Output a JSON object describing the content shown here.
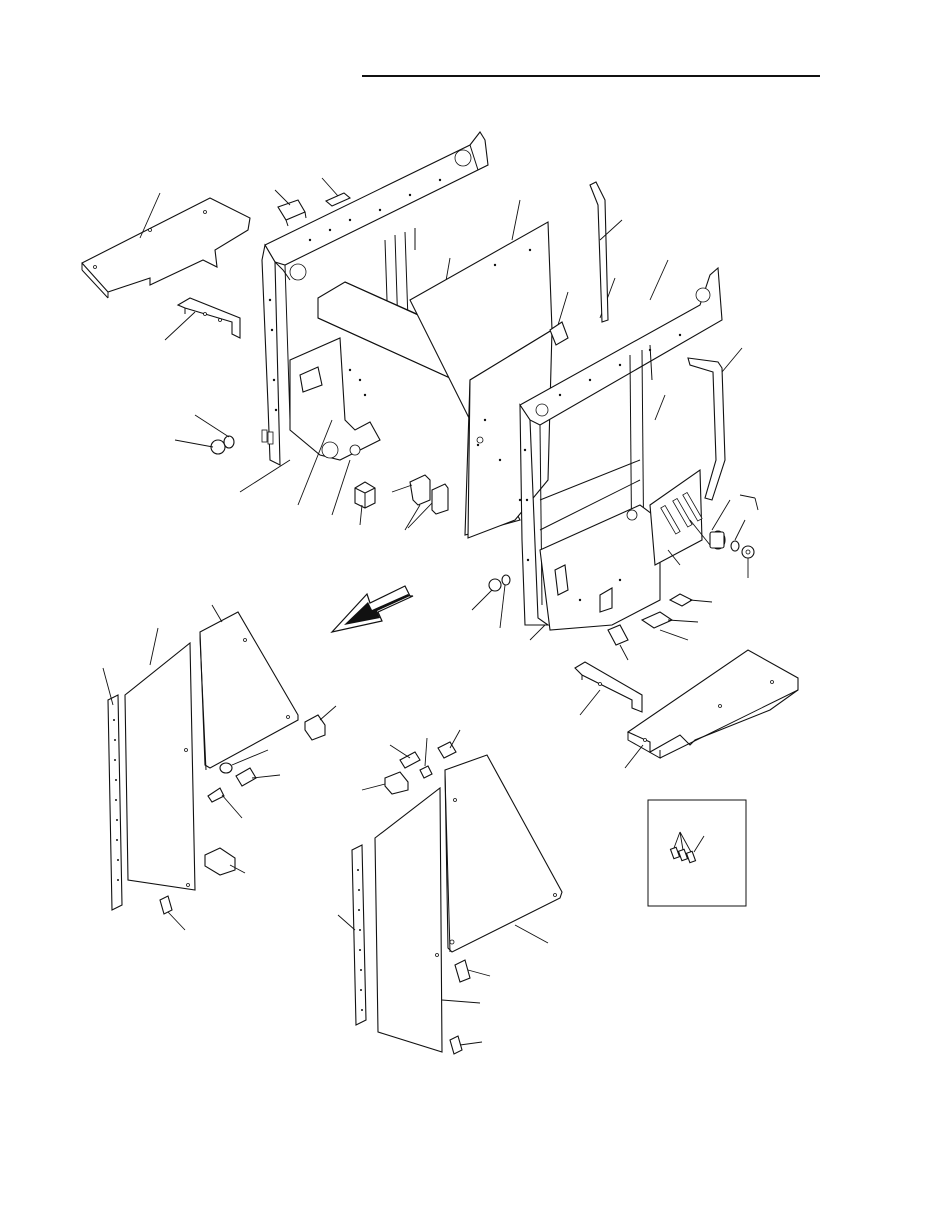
{
  "page": {
    "header_rule": true,
    "figure_type": "exploded parts diagram",
    "text_labels": []
  },
  "parts": [
    {
      "id": "upper-left-side-frame"
    },
    {
      "id": "upper-right-side-frame"
    },
    {
      "id": "center-back-panel"
    },
    {
      "id": "top-cross-channel"
    },
    {
      "id": "top-left-cover-plate"
    },
    {
      "id": "right-floor-plate"
    },
    {
      "id": "left-angle-bracket"
    },
    {
      "id": "right-angle-bracket"
    },
    {
      "id": "curved-support-bar-upper"
    },
    {
      "id": "curved-support-bar-right"
    },
    {
      "id": "left-door-panel"
    },
    {
      "id": "left-triangular-panel"
    },
    {
      "id": "left-hinge-strip"
    },
    {
      "id": "center-door-panel"
    },
    {
      "id": "center-triangular-panel"
    },
    {
      "id": "center-hinge-strip"
    },
    {
      "id": "latch-clips"
    },
    {
      "id": "bushing-assembly"
    },
    {
      "id": "front-direction-arrow"
    },
    {
      "id": "detail-inset-box"
    }
  ]
}
